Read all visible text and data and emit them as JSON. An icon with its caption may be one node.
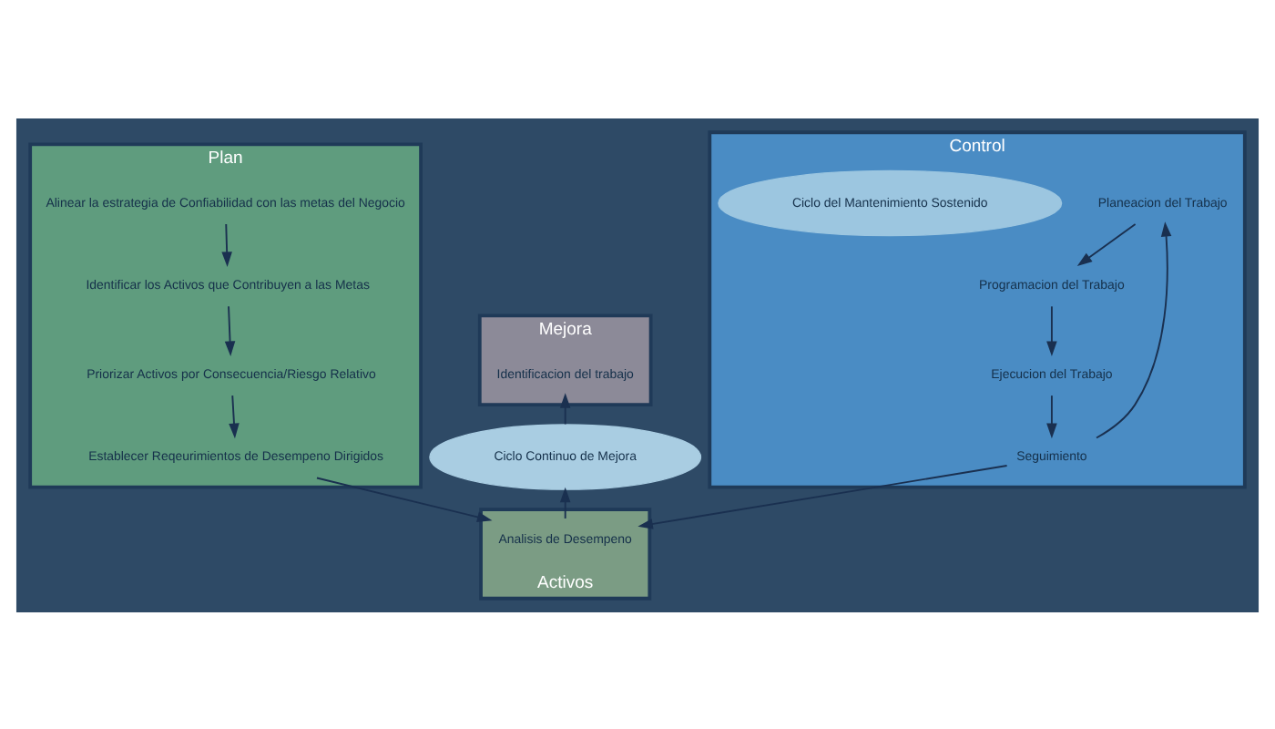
{
  "diagram": {
    "nodes": [
      {
        "text": [
          "Plan"
        ]
      },
      {
        "text": [
          "Alinear la estrategia de Confiabilidad con las metas del Negocio"
        ],
        "in": 0
      },
      {
        "text": [
          "Identificar los Activos que Contribuyen a las Metas"
        ],
        "in": 0
      },
      {
        "text": [
          "Priorizar Activos por Consecuencia/Riesgo Relativo"
        ],
        "in": 0
      },
      {
        "text": [
          "Establecer Reqeurimientos de Desempeno Dirigidos"
        ],
        "in": 0
      },
      {
        "text": [
          "Mejora"
        ]
      },
      {
        "text": [
          "Identificacion del trabajo"
        ],
        "in": 5
      },
      {
        "text": [
          "Ciclo Continuo de Mejora"
        ]
      },
      {
        "text": [
          "Activos"
        ]
      },
      {
        "text": [
          "Analisis de Desempeno"
        ],
        "in": 8
      },
      {
        "text": [
          "Control"
        ]
      },
      {
        "text": [
          "Planeacion del Trabajo"
        ],
        "in": 10
      },
      {
        "text": [
          "Programacion del Trabajo"
        ],
        "in": 10
      },
      {
        "text": [
          "Ciclo del Mantenimiento Sostenido"
        ],
        "in": 10
      },
      {
        "text": [
          "Ejecucion del Trabajo"
        ],
        "in": 10
      },
      {
        "text": [
          "Seguimiento"
        ],
        "in": 10
      }
    ],
    "edges": [
      {
        "from": 1,
        "to": 2,
        "arrow": "to"
      },
      {
        "from": 2,
        "to": 3,
        "arrow": "to"
      },
      {
        "from": 3,
        "to": 4,
        "arrow": "to"
      },
      {
        "from": 4,
        "to": 9,
        "arrow": "to"
      },
      {
        "from": 9,
        "to": 7,
        "arrow": "to"
      },
      {
        "from": 7,
        "to": 6,
        "arrow": "to"
      },
      {
        "from": 11,
        "to": 12,
        "arrow": "to"
      },
      {
        "from": 12,
        "to": 14,
        "arrow": "to"
      },
      {
        "from": 14,
        "to": 15,
        "arrow": "to"
      },
      {
        "from": 15,
        "to": 9,
        "arrow": "to"
      },
      {
        "from": 15,
        "to": 11,
        "arrow": "to"
      }
    ]
  }
}
